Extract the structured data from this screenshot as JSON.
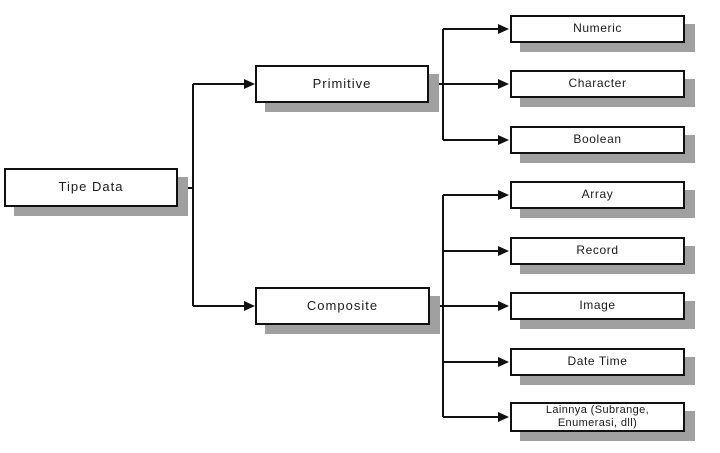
{
  "diagram": {
    "type": "tree",
    "orientation": "left-to-right",
    "root": {
      "label": "Tipe Data"
    },
    "branches": [
      {
        "label": "Primitive",
        "children": [
          {
            "label": "Numeric"
          },
          {
            "label": "Character"
          },
          {
            "label": "Boolean"
          }
        ]
      },
      {
        "label": "Composite",
        "children": [
          {
            "label": "Array"
          },
          {
            "label": "Record"
          },
          {
            "label": "Image"
          },
          {
            "label": "Date Time"
          },
          {
            "label": "Lainnya (Subrange, Enumerasi, dll)"
          }
        ]
      }
    ],
    "colors": {
      "box_fill": "#ffffff",
      "box_border": "#111111",
      "box_shadow": "#a0a0a0",
      "line": "#111111",
      "background": "#ffffff"
    }
  }
}
